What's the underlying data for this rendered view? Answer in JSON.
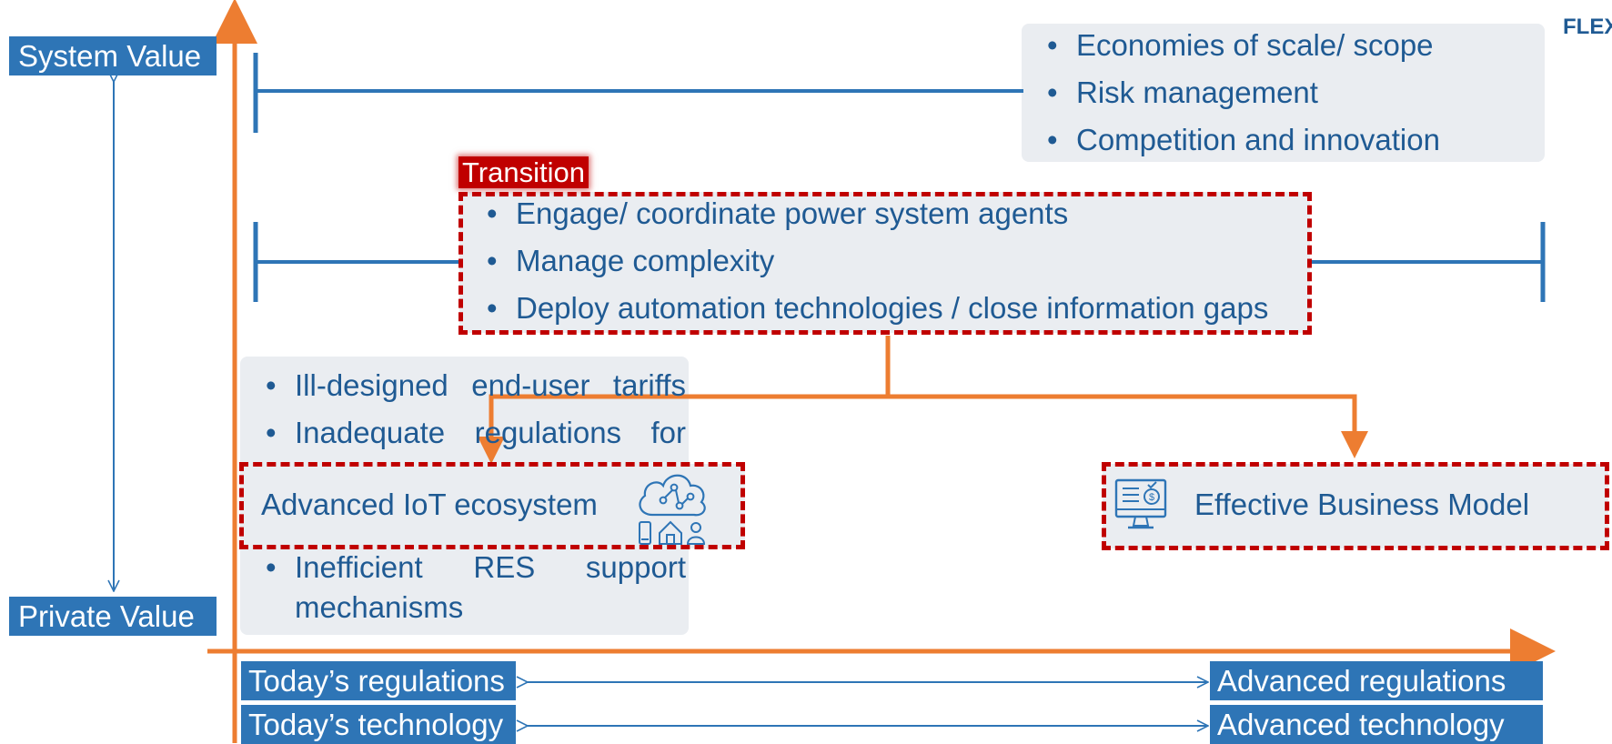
{
  "brand": "FLEX",
  "axis_labels": {
    "system_value": "System Value",
    "private_value": "Private Value"
  },
  "top_panel": {
    "items": [
      "Economies of scale/ scope",
      "Risk management",
      "Competition and innovation"
    ]
  },
  "transition": {
    "tag": "Transition",
    "items": [
      "Engage/ coordinate power system agents",
      "Manage complexity",
      "Deploy automation technologies / close information gaps"
    ]
  },
  "left_panel": {
    "items": [
      "Ill-designed end-user tariffs",
      "Inadequate regulations for",
      "Inefficient RES support mechanisms"
    ]
  },
  "iot_box": {
    "label": "Advanced IoT ecosystem",
    "icon": "cloud-iot-icon"
  },
  "business_box": {
    "label": "Effective Business Model",
    "icon": "monitor-dollar-icon"
  },
  "bottom": {
    "today_regulations": "Today’s regulations",
    "advanced_regulations": "Advanced regulations",
    "today_technology": "Today’s technology",
    "advanced_technology": "Advanced technology"
  },
  "colors": {
    "orange": "#ed7d31",
    "blue": "#2e75b6",
    "dark_blue_text": "#1f5a93",
    "red": "#c00000",
    "panel_grey": "#eaedf1"
  }
}
